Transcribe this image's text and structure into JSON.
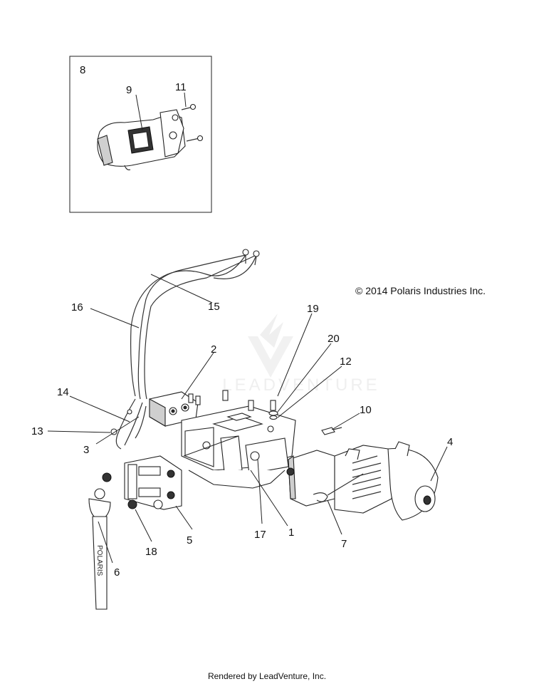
{
  "copyright": "© 2014 Polaris Industries Inc.",
  "watermark": "LEADVENTURE",
  "footer": "Rendered by LeadVenture, Inc.",
  "strap_text": "POLARIS",
  "callouts": {
    "c1": "1",
    "c2": "2",
    "c3": "3",
    "c4": "4",
    "c5": "5",
    "c6": "6",
    "c7": "7",
    "c8": "8",
    "c9": "9",
    "c10": "10",
    "c11": "11",
    "c12": "12",
    "c13": "13",
    "c14": "14",
    "c15": "15",
    "c16": "16",
    "c17": "17",
    "c18": "18",
    "c19": "19",
    "c20": "20"
  },
  "colors": {
    "line": "#222222",
    "watermark": "#e6e6e6"
  }
}
